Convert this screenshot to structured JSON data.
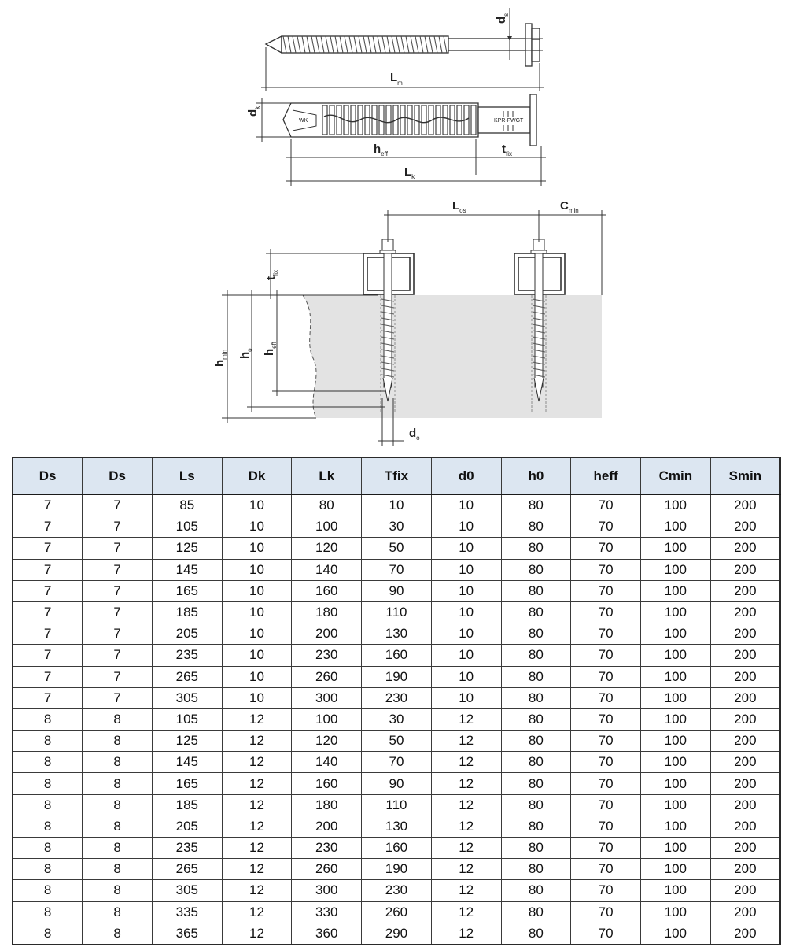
{
  "labels": {
    "ds": "d",
    "ds_sub": "s",
    "lm": "L",
    "lm_sub": "m",
    "dk": "d",
    "dk_sub": "k",
    "heff": "h",
    "heff_sub": "eff",
    "tfix": "t",
    "tfix_sub": "fix",
    "lk": "L",
    "lk_sub": "k",
    "los": "L",
    "los_sub": "os",
    "cmin": "C",
    "cmin_sub": "min",
    "hmin": "h",
    "hmin_sub": "min",
    "ho": "h",
    "ho_sub": "o",
    "heff2": "h",
    "heff2_sub": "eff",
    "tfix2": "t",
    "tfix2_sub": "fix",
    "do": "d",
    "do_sub": "o",
    "wk": "WK",
    "kpr": "KPR-FWGT"
  },
  "table": {
    "headers": [
      "Ds",
      "Ds",
      "Ls",
      "Dk",
      "Lk",
      "Tfix",
      "d0",
      "h0",
      "heff",
      "Cmin",
      "Smin"
    ],
    "rows": [
      [
        "7",
        "7",
        "85",
        "10",
        "80",
        "10",
        "10",
        "80",
        "70",
        "100",
        "200"
      ],
      [
        "7",
        "7",
        "105",
        "10",
        "100",
        "30",
        "10",
        "80",
        "70",
        "100",
        "200"
      ],
      [
        "7",
        "7",
        "125",
        "10",
        "120",
        "50",
        "10",
        "80",
        "70",
        "100",
        "200"
      ],
      [
        "7",
        "7",
        "145",
        "10",
        "140",
        "70",
        "10",
        "80",
        "70",
        "100",
        "200"
      ],
      [
        "7",
        "7",
        "165",
        "10",
        "160",
        "90",
        "10",
        "80",
        "70",
        "100",
        "200"
      ],
      [
        "7",
        "7",
        "185",
        "10",
        "180",
        "110",
        "10",
        "80",
        "70",
        "100",
        "200"
      ],
      [
        "7",
        "7",
        "205",
        "10",
        "200",
        "130",
        "10",
        "80",
        "70",
        "100",
        "200"
      ],
      [
        "7",
        "7",
        "235",
        "10",
        "230",
        "160",
        "10",
        "80",
        "70",
        "100",
        "200"
      ],
      [
        "7",
        "7",
        "265",
        "10",
        "260",
        "190",
        "10",
        "80",
        "70",
        "100",
        "200"
      ],
      [
        "7",
        "7",
        "305",
        "10",
        "300",
        "230",
        "10",
        "80",
        "70",
        "100",
        "200"
      ],
      [
        "8",
        "8",
        "105",
        "12",
        "100",
        "30",
        "12",
        "80",
        "70",
        "100",
        "200"
      ],
      [
        "8",
        "8",
        "125",
        "12",
        "120",
        "50",
        "12",
        "80",
        "70",
        "100",
        "200"
      ],
      [
        "8",
        "8",
        "145",
        "12",
        "140",
        "70",
        "12",
        "80",
        "70",
        "100",
        "200"
      ],
      [
        "8",
        "8",
        "165",
        "12",
        "160",
        "90",
        "12",
        "80",
        "70",
        "100",
        "200"
      ],
      [
        "8",
        "8",
        "185",
        "12",
        "180",
        "110",
        "12",
        "80",
        "70",
        "100",
        "200"
      ],
      [
        "8",
        "8",
        "205",
        "12",
        "200",
        "130",
        "12",
        "80",
        "70",
        "100",
        "200"
      ],
      [
        "8",
        "8",
        "235",
        "12",
        "230",
        "160",
        "12",
        "80",
        "70",
        "100",
        "200"
      ],
      [
        "8",
        "8",
        "265",
        "12",
        "260",
        "190",
        "12",
        "80",
        "70",
        "100",
        "200"
      ],
      [
        "8",
        "8",
        "305",
        "12",
        "300",
        "230",
        "12",
        "80",
        "70",
        "100",
        "200"
      ],
      [
        "8",
        "8",
        "335",
        "12",
        "330",
        "260",
        "12",
        "80",
        "70",
        "100",
        "200"
      ],
      [
        "8",
        "8",
        "365",
        "12",
        "360",
        "290",
        "12",
        "80",
        "70",
        "100",
        "200"
      ]
    ]
  },
  "colors": {
    "header_bg": "#dce6f1",
    "concrete": "#e3e3e3",
    "line": "#333333"
  }
}
